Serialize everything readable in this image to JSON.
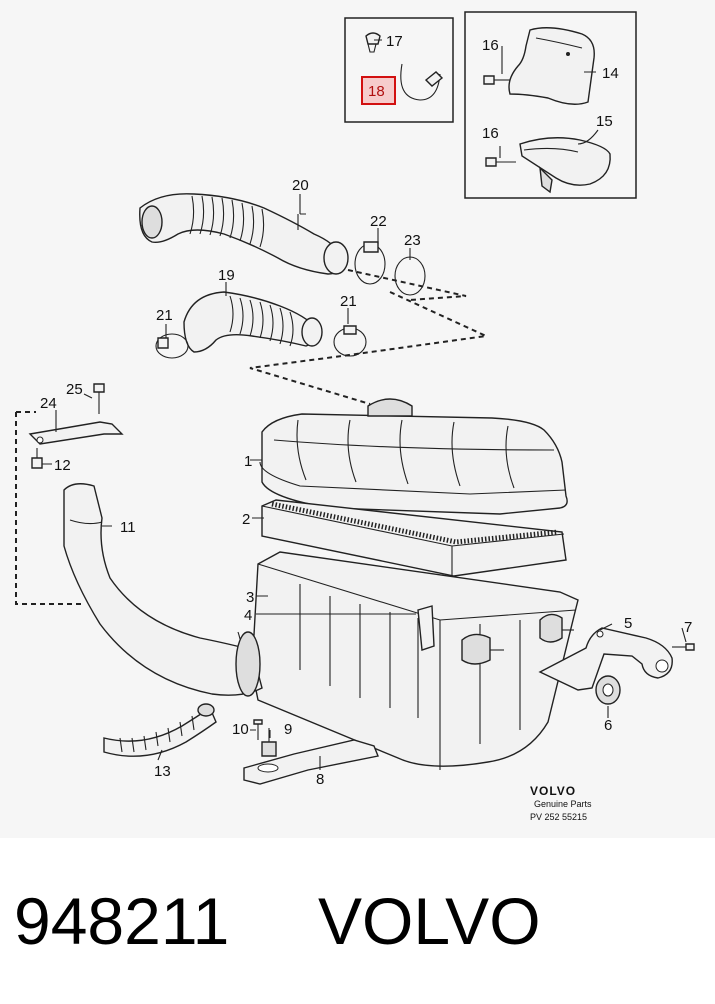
{
  "diagram": {
    "part_labels": {
      "p1": "1",
      "p2": "2",
      "p3": "3",
      "p4": "4",
      "p5": "5",
      "p6": "6",
      "p7": "7",
      "p8": "8",
      "p9": "9",
      "p10": "10",
      "p11": "11",
      "p12": "12",
      "p13": "13",
      "p14": "14",
      "p15": "15",
      "p16a": "16",
      "p16b": "16",
      "p17": "17",
      "p18": "18",
      "p19": "19",
      "p20": "20",
      "p21a": "21",
      "p21b": "21",
      "p22": "22",
      "p23": "23",
      "p24": "24",
      "p25": "25"
    },
    "highlighted_part": "18",
    "highlight_color": "#d21010",
    "stamp": {
      "brand": "VOLVO",
      "line1": "Genuine Parts",
      "line2": "PV 252 55215"
    }
  },
  "caption": {
    "part_number": "948211",
    "brand": "VOLVO"
  }
}
